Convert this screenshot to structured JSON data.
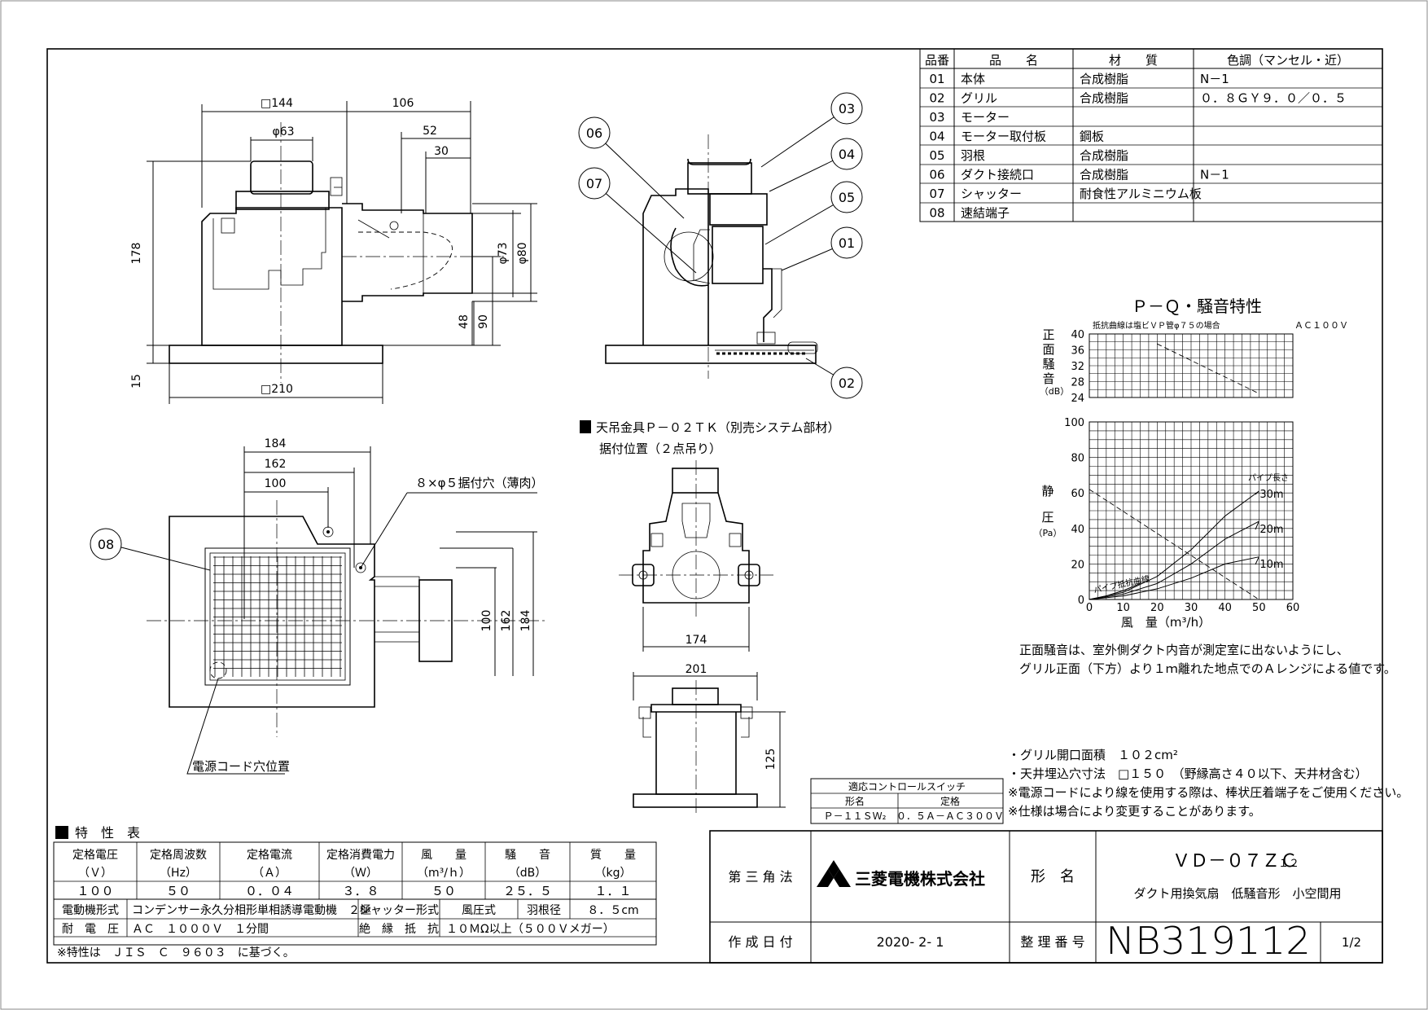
{
  "parts_table": {
    "headers": [
      "品番",
      "品　　名",
      "材　　質",
      "色調（マンセル・近）"
    ],
    "rows": [
      [
        "01",
        "本体",
        "合成樹脂",
        "N－1"
      ],
      [
        "02",
        "グリル",
        "合成樹脂",
        "０．８ＧＹ９．０／０．５"
      ],
      [
        "03",
        "モーター",
        "",
        ""
      ],
      [
        "04",
        "モーター取付板",
        "鋼板",
        ""
      ],
      [
        "05",
        "羽根",
        "合成樹脂",
        ""
      ],
      [
        "06",
        "ダクト接続口",
        "合成樹脂",
        "N－1"
      ],
      [
        "07",
        "シャッター",
        "耐食性アルミニウム板",
        ""
      ],
      [
        "08",
        "速結端子",
        "",
        ""
      ]
    ]
  },
  "front_view": {
    "dims": {
      "w144": "□144",
      "d106": "106",
      "d52": "52",
      "d30": "30",
      "phi63": "φ63",
      "h178": "178",
      "phi73": "φ73",
      "phi80": "φ80",
      "d48": "48",
      "d90": "90",
      "d15": "15",
      "w210": "□210"
    }
  },
  "section_view": {
    "callouts": [
      "03",
      "06",
      "04",
      "07",
      "05",
      "01",
      "02"
    ]
  },
  "top_view": {
    "dims": {
      "d184": "184",
      "d162": "162",
      "d100": "100",
      "v100": "100",
      "v162": "162",
      "v184": "184"
    },
    "hole_label": "８×φ５据付穴（薄肉）",
    "callout": "08",
    "cord_label": "電源コード穴位置"
  },
  "hanger": {
    "title": "天吊金具Ｐ－０２ＴＫ（別売システム部材）",
    "subtitle": "据付位置（２点吊り）",
    "dims": {
      "d174": "174",
      "d201": "201",
      "d125": "125"
    }
  },
  "pq_chart": {
    "title": "Ｐ－Ｑ・騒音特性",
    "noise_note": "抵抗曲線は塩ビＶＰ管φ７５の場合",
    "voltage": "ＡＣ１００Ｖ",
    "noise_ylabel": [
      "正",
      "面",
      "騒",
      "音"
    ],
    "noise_unit": "（dB）",
    "noise_ticks": [
      "40",
      "36",
      "32",
      "28",
      "24"
    ],
    "static_ylabel1": "静",
    "static_ylabel2": "圧",
    "static_unit": "（Pa）",
    "pressure_ticks": [
      "100",
      "80",
      "60",
      "40",
      "20",
      "0"
    ],
    "x_ticks": [
      "0",
      "10",
      "20",
      "30",
      "40",
      "50",
      "60"
    ],
    "xlabel": "風　量（m³/h）",
    "pipe_title": "パイプ長さ",
    "pipe_labels": [
      "30m",
      "20m",
      "10m"
    ],
    "resist_label": "パイプ抵抗曲線"
  },
  "chart_data": {
    "type": "line",
    "title": "Ｐ－Ｑ・騒音特性",
    "xlabel": "風　量（m³/h）",
    "xlim": [
      0,
      60
    ],
    "panels": [
      {
        "ylabel": "正面騒音（dB）",
        "ylim": [
          24,
          40
        ],
        "series": [
          {
            "values": [
              [
                20,
                37.5
              ],
              [
                50,
                25
              ]
            ]
          }
        ]
      },
      {
        "ylabel": "静圧（Pa）",
        "ylim": [
          0,
          100
        ],
        "series": [
          {
            "values": [
              [
                0,
                62
              ],
              [
                50,
                0
              ]
            ]
          },
          {
            "name": "30m",
            "values": [
              [
                0,
                0
              ],
              [
                10,
                4
              ],
              [
                20,
                13
              ],
              [
                30,
                28
              ],
              [
                40,
                47
              ],
              [
                50,
                61
              ]
            ]
          },
          {
            "name": "20m",
            "values": [
              [
                0,
                0
              ],
              [
                10,
                3
              ],
              [
                20,
                9
              ],
              [
                30,
                20
              ],
              [
                40,
                34
              ],
              [
                50,
                44
              ]
            ]
          },
          {
            "name": "10m",
            "values": [
              [
                0,
                0
              ],
              [
                10,
                2
              ],
              [
                20,
                6
              ],
              [
                30,
                12
              ],
              [
                40,
                20
              ],
              [
                50,
                24
              ]
            ]
          },
          {
            "name": "パイプ抵抗曲線",
            "values": [
              [
                0,
                0
              ],
              [
                5,
                2
              ],
              [
                10,
                5
              ],
              [
                15,
                9
              ]
            ]
          }
        ]
      }
    ],
    "grid": true
  },
  "remarks": [
    "正面騒音は、室外側ダクト内音が測定室に出ないようにし、",
    "グリル正面（下方）より１ｍ離れた地点でのＡレンジによる値です。"
  ],
  "notes": [
    "・グリル開口面積　１０２cm²",
    "・天井埋込穴寸法　□１５０　（野縁高さ４０以下、天井材含む）",
    "※電源コードにより線を使用する際は、棒状圧着端子をご使用ください。",
    "※仕様は場合により変更することがあります。"
  ],
  "switch_table": {
    "title": "適応コントロールスイッチ",
    "headers": [
      "形名",
      "定格"
    ],
    "row": [
      "Ｐ－１１ＳＷ₂",
      "０．５Ａ－ＡＣ３００Ｖ"
    ]
  },
  "spec_table": {
    "title": "特　性　表",
    "headers": [
      [
        "定格電圧",
        "（Ｖ）"
      ],
      [
        "定格周波数",
        "（Hz）"
      ],
      [
        "定格電流",
        "（Ａ）"
      ],
      [
        "定格消費電力",
        "（Ｗ）"
      ],
      [
        "風　　量",
        "（m³/ｈ）"
      ],
      [
        "騒　　音",
        "（dB）"
      ],
      [
        "質　　量",
        "（kg）"
      ]
    ],
    "values": [
      "１００",
      "５０",
      "０．０４",
      "３．８",
      "５０",
      "２５．５",
      "１．１"
    ],
    "motor_label": "電動機形式",
    "motor_value": "コンデンサー永久分相形単相誘導電動機　２極",
    "shutter_label": "シャッター形式",
    "shutter_value": "風圧式",
    "blade_label": "羽根径",
    "blade_value": "８．５cm",
    "withstand_label": "耐　電　圧",
    "withstand_value": "ＡＣ　１０００Ｖ　１分間",
    "insulation_label": "絶　縁　抵　抗",
    "insulation_value": "１０ＭΩ以上（５００Ｖメガー）",
    "footnote": "※特性は　ＪＩＳ　Ｃ　９６０３　に基づく。"
  },
  "title_block": {
    "projection": "第 三 角 法",
    "company": "三菱電機株式会社",
    "model_label": "形　名",
    "model": "ＶＤ－０７ＺＣ",
    "model_sub": "１２",
    "description": "ダクト用換気扇　低騒音形　小空間用",
    "date_label": "作 成 日 付",
    "date": "2020- 2- 1",
    "number_label": "整 理 番 号",
    "number": "NB319112",
    "page": "1/2"
  },
  "colors": {
    "line": "#000000",
    "background": "#ffffff"
  }
}
